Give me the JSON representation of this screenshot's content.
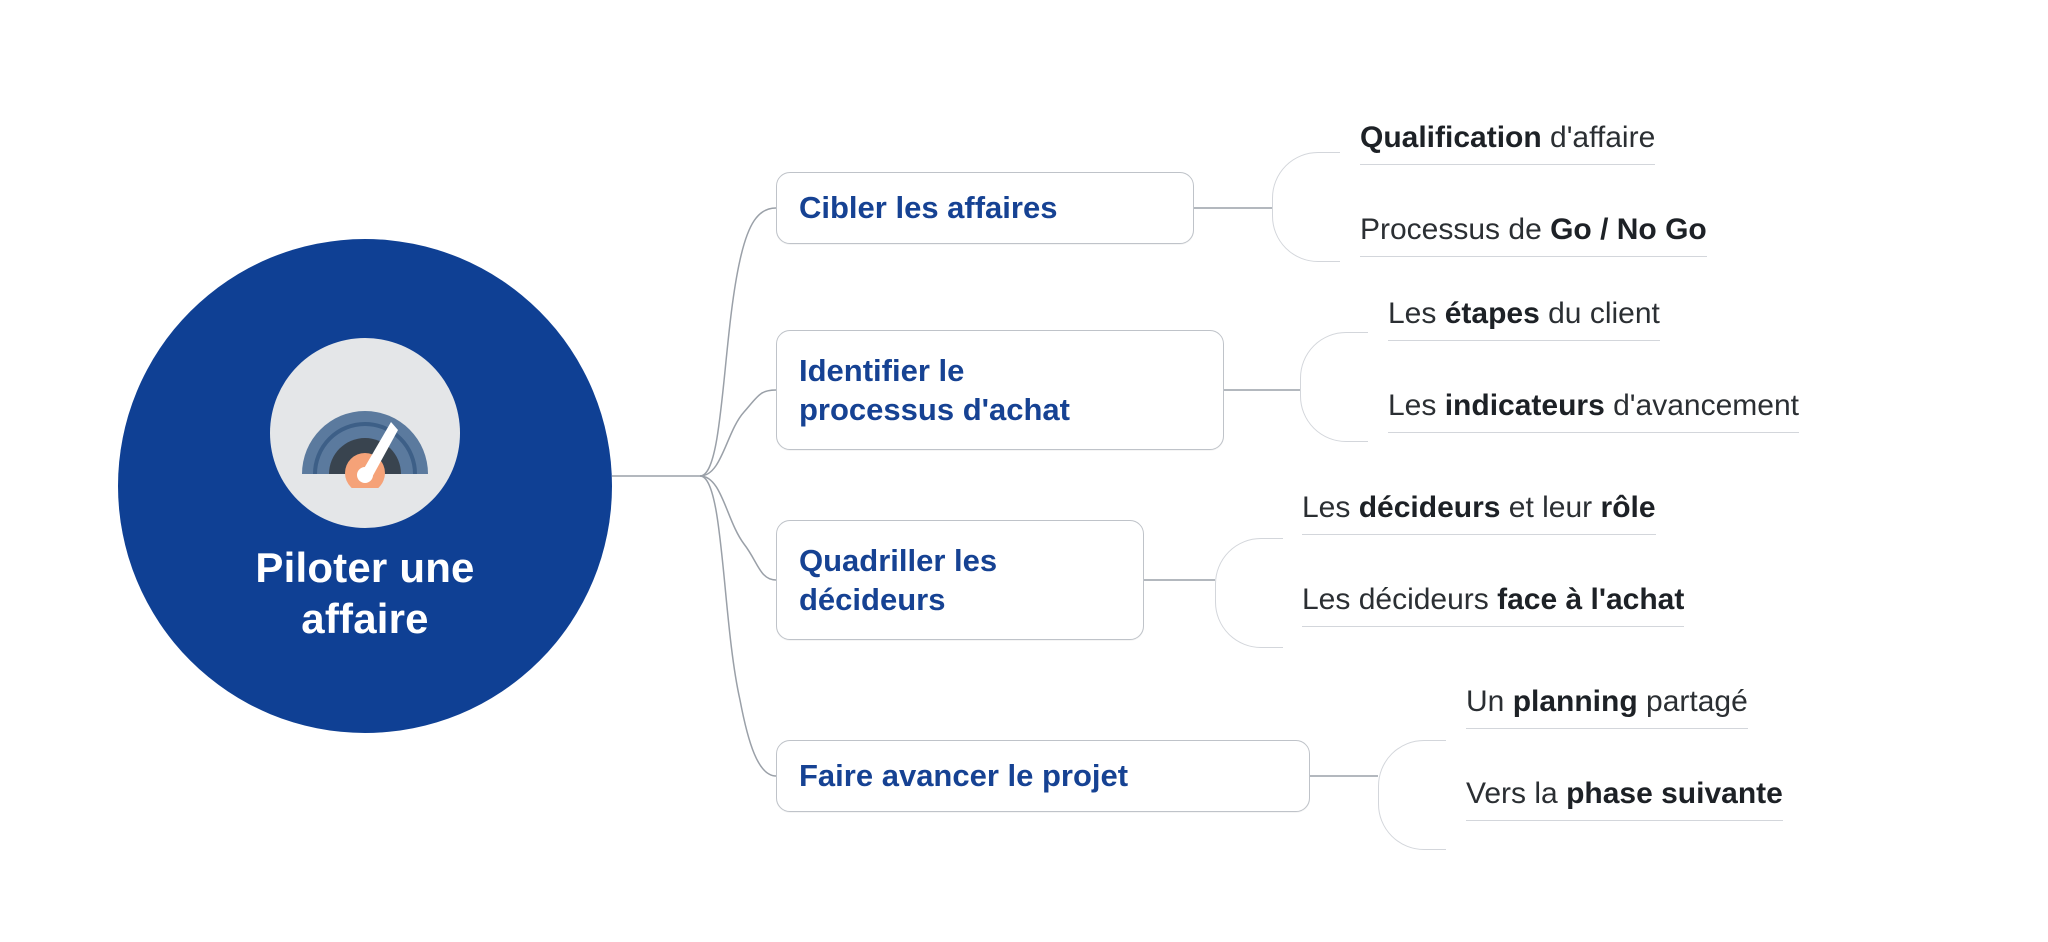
{
  "diagram": {
    "type": "mind-map",
    "orientation": "left-to-right",
    "background_color": "#FFFFFF",
    "accent_color": "#0F4094",
    "branch_text_color": "#164293",
    "leaf_text_color": "#2B2F33",
    "border_color": "#D3D6DB"
  },
  "root": {
    "label": "Piloter une affaire",
    "label_line_1": "Piloter une",
    "label_line_2": "affaire",
    "icon": "gauge-icon",
    "icon_colors": {
      "disc": "#E4E6E8",
      "outer_arc": "#5B7A9E",
      "inner_arc": "#3A4A5C",
      "needle": "#FFFFFF",
      "hub": "#F5A278"
    },
    "fill": "#0F4094",
    "text_color": "#FFFFFF"
  },
  "branches": [
    {
      "id": "cibler-les-affaires",
      "label": "Cibler les affaires",
      "lines": [
        "Cibler les affaires"
      ],
      "leaves": [
        {
          "id": "qualification-d-affaire",
          "text": "Qualification d'affaire",
          "parts": [
            {
              "text": "Qualification",
              "bold": true
            },
            {
              "text": " d'affaire",
              "bold": false
            }
          ]
        },
        {
          "id": "processus-de-go-no-go",
          "text": "Processus de Go / No Go",
          "parts": [
            {
              "text": "Processus de ",
              "bold": false
            },
            {
              "text": "Go / No Go",
              "bold": true
            }
          ]
        }
      ]
    },
    {
      "id": "identifier-le-processus-d-achat",
      "label": "Identifier le processus d'achat",
      "lines": [
        "Identifier le",
        "processus d'achat"
      ],
      "leaves": [
        {
          "id": "les-etapes-du-client",
          "text": "Les étapes du client",
          "parts": [
            {
              "text": "Les ",
              "bold": false
            },
            {
              "text": "étapes",
              "bold": true
            },
            {
              "text": " du client",
              "bold": false
            }
          ]
        },
        {
          "id": "les-indicateurs-d-avancement",
          "text": "Les indicateurs d'avancement",
          "parts": [
            {
              "text": "Les ",
              "bold": false
            },
            {
              "text": "indicateurs",
              "bold": true
            },
            {
              "text": " d'avancement",
              "bold": false
            }
          ]
        }
      ]
    },
    {
      "id": "quadriller-les-decideurs",
      "label": "Quadriller les décideurs",
      "lines": [
        "Quadriller les",
        "décideurs"
      ],
      "leaves": [
        {
          "id": "les-decideurs-et-leur-role",
          "text": "Les décideurs et leur rôle",
          "parts": [
            {
              "text": "Les ",
              "bold": false
            },
            {
              "text": "décideurs",
              "bold": true
            },
            {
              "text": " et leur ",
              "bold": false
            },
            {
              "text": "rôle",
              "bold": true
            }
          ]
        },
        {
          "id": "les-decideurs-face-a-l-achat",
          "text": "Les décideurs face à l'achat",
          "parts": [
            {
              "text": "Les décideurs ",
              "bold": false
            },
            {
              "text": "face à l'achat",
              "bold": true
            }
          ]
        }
      ]
    },
    {
      "id": "faire-avancer-le-projet",
      "label": "Faire avancer le projet",
      "lines": [
        "Faire avancer le projet"
      ],
      "leaves": [
        {
          "id": "un-planning-partage",
          "text": "Un planning partagé",
          "parts": [
            {
              "text": "Un ",
              "bold": false
            },
            {
              "text": "planning",
              "bold": true
            },
            {
              "text": " partagé",
              "bold": false
            }
          ]
        },
        {
          "id": "vers-la-phase-suivante",
          "text": "Vers la phase suivante",
          "parts": [
            {
              "text": "Vers la ",
              "bold": false
            },
            {
              "text": "phase suivante",
              "bold": true
            }
          ]
        }
      ]
    }
  ]
}
